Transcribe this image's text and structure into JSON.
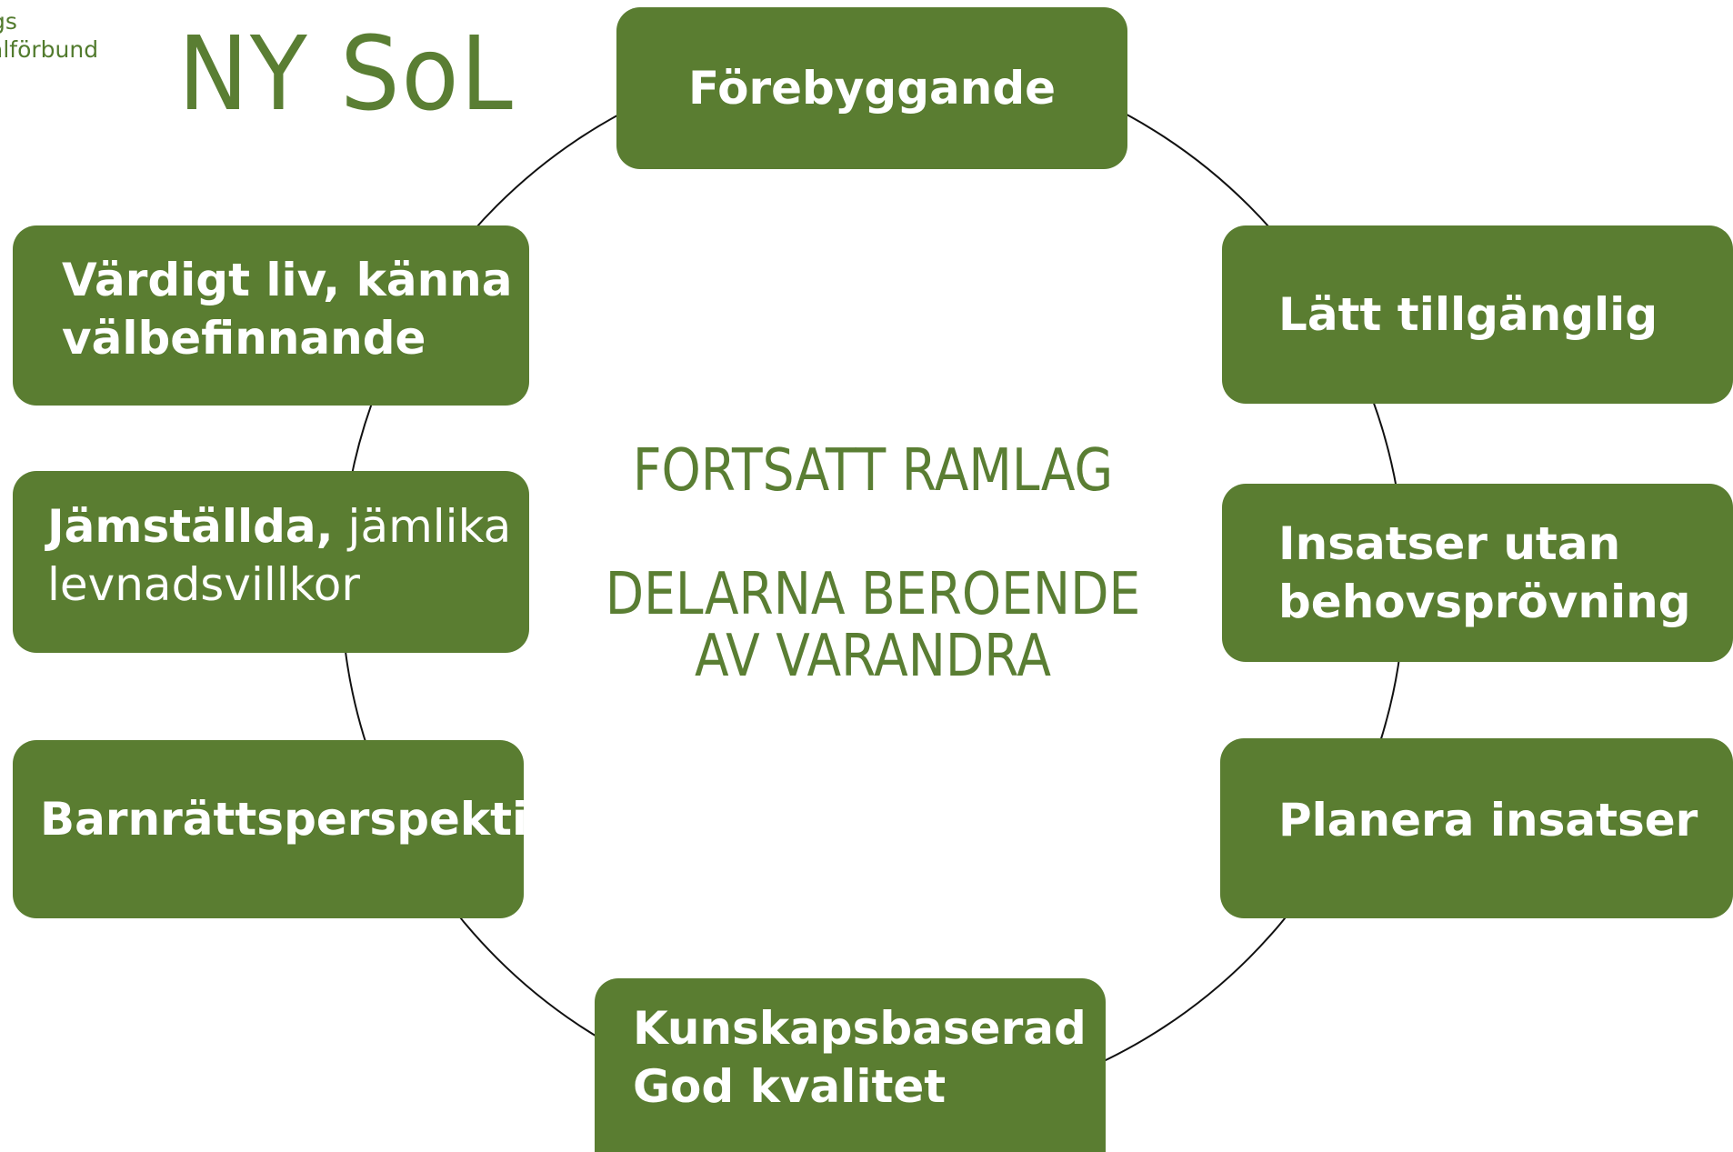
{
  "header": {
    "org_line1": "gs",
    "org_line2": "alförbund",
    "logo_title": "NY SoL"
  },
  "center": {
    "line1": "FORTSATT RAMLAG",
    "line2": "DELARNA BEROENDE",
    "line3": "AV VARANDRA"
  },
  "boxes": {
    "forebyggande": "Förebyggande",
    "latt_tillganglig": "Lätt tillgänglig",
    "insatser_line1": "Insatser utan",
    "insatser_line2": "behovsprövning",
    "planera": "Planera insatser",
    "kunskap_line1": "Kunskapsbaserad",
    "kunskap_line2": "God kvalitet",
    "barnratt": "Barnrättsperspektiv",
    "jamstallda_bold": "Jämställda,",
    "jamstallda_rest": " jämlika",
    "jamstallda_line2": "levnadsvillkor",
    "vardigt_line1": "Värdigt liv, känna",
    "vardigt_line2": "välbefinnande"
  },
  "colors": {
    "box_fill": "#5a7d31",
    "accent_text": "#5a7e33",
    "ring_stroke": "#111111"
  }
}
